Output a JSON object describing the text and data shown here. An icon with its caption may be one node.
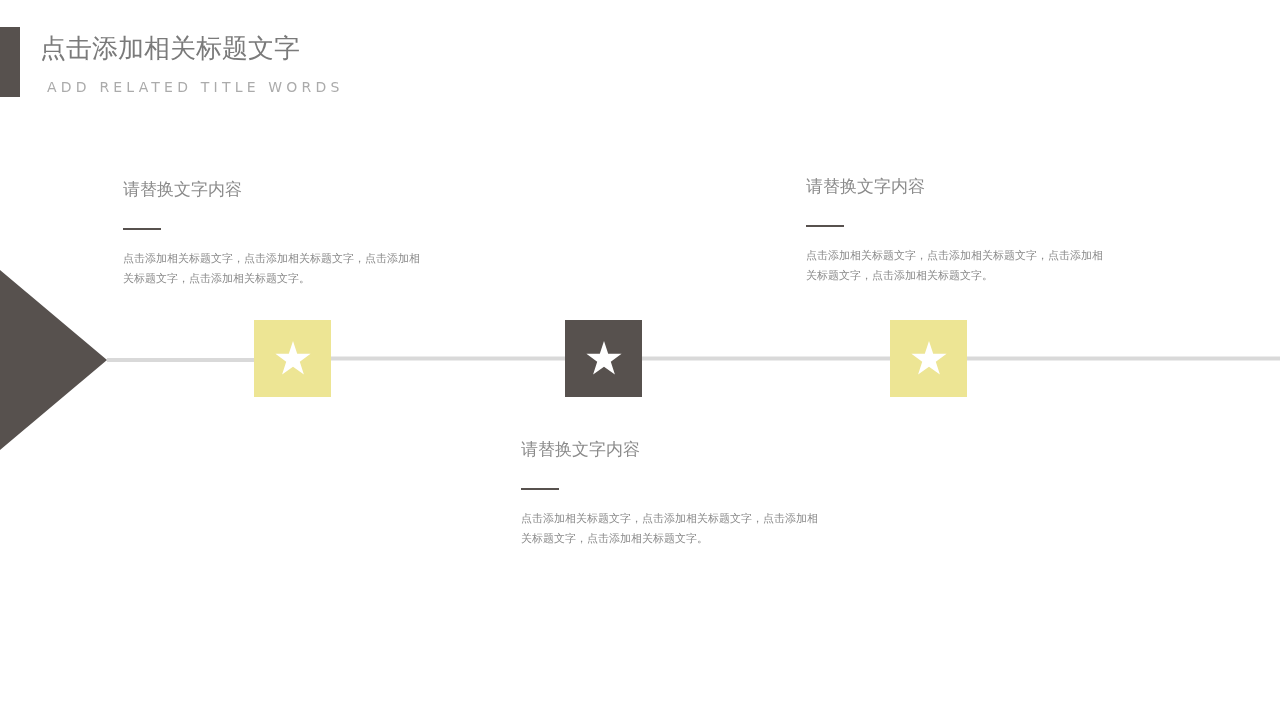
{
  "diagram": {
    "title": "点击添加相关标题文字",
    "nodes": [
      {
        "text": [],
        "shape": "triangle"
      },
      {
        "text": [],
        "shape": "box"
      },
      {
        "text": [],
        "shape": "box"
      },
      {
        "text": [],
        "shape": "box"
      }
    ],
    "edges": [
      {
        "from": 0,
        "to": 1,
        "arrow": "none"
      },
      {
        "from": 1,
        "to": 2,
        "arrow": "none"
      },
      {
        "from": 2,
        "to": 3,
        "arrow": "none"
      },
      {
        "from": 3,
        "to": null,
        "arrow": "none"
      }
    ],
    "labels": [
      "ADD RELATED TITLE WORDS",
      "请替换文字内容",
      "点击添加相关标题文字，点击添加相关标题文字，点击添加相关标题文字，点击添加相关标题文字。",
      "请替换文字内容",
      "点击添加相关标题文字，点击添加相关标题文字，点击添加相关标题文字，点击添加相关标题文字。",
      "请替换文字内容",
      "点击添加相关标题文字，点击添加相关标题文字，点击添加相关标题文字，点击添加相关标题文字。"
    ]
  }
}
